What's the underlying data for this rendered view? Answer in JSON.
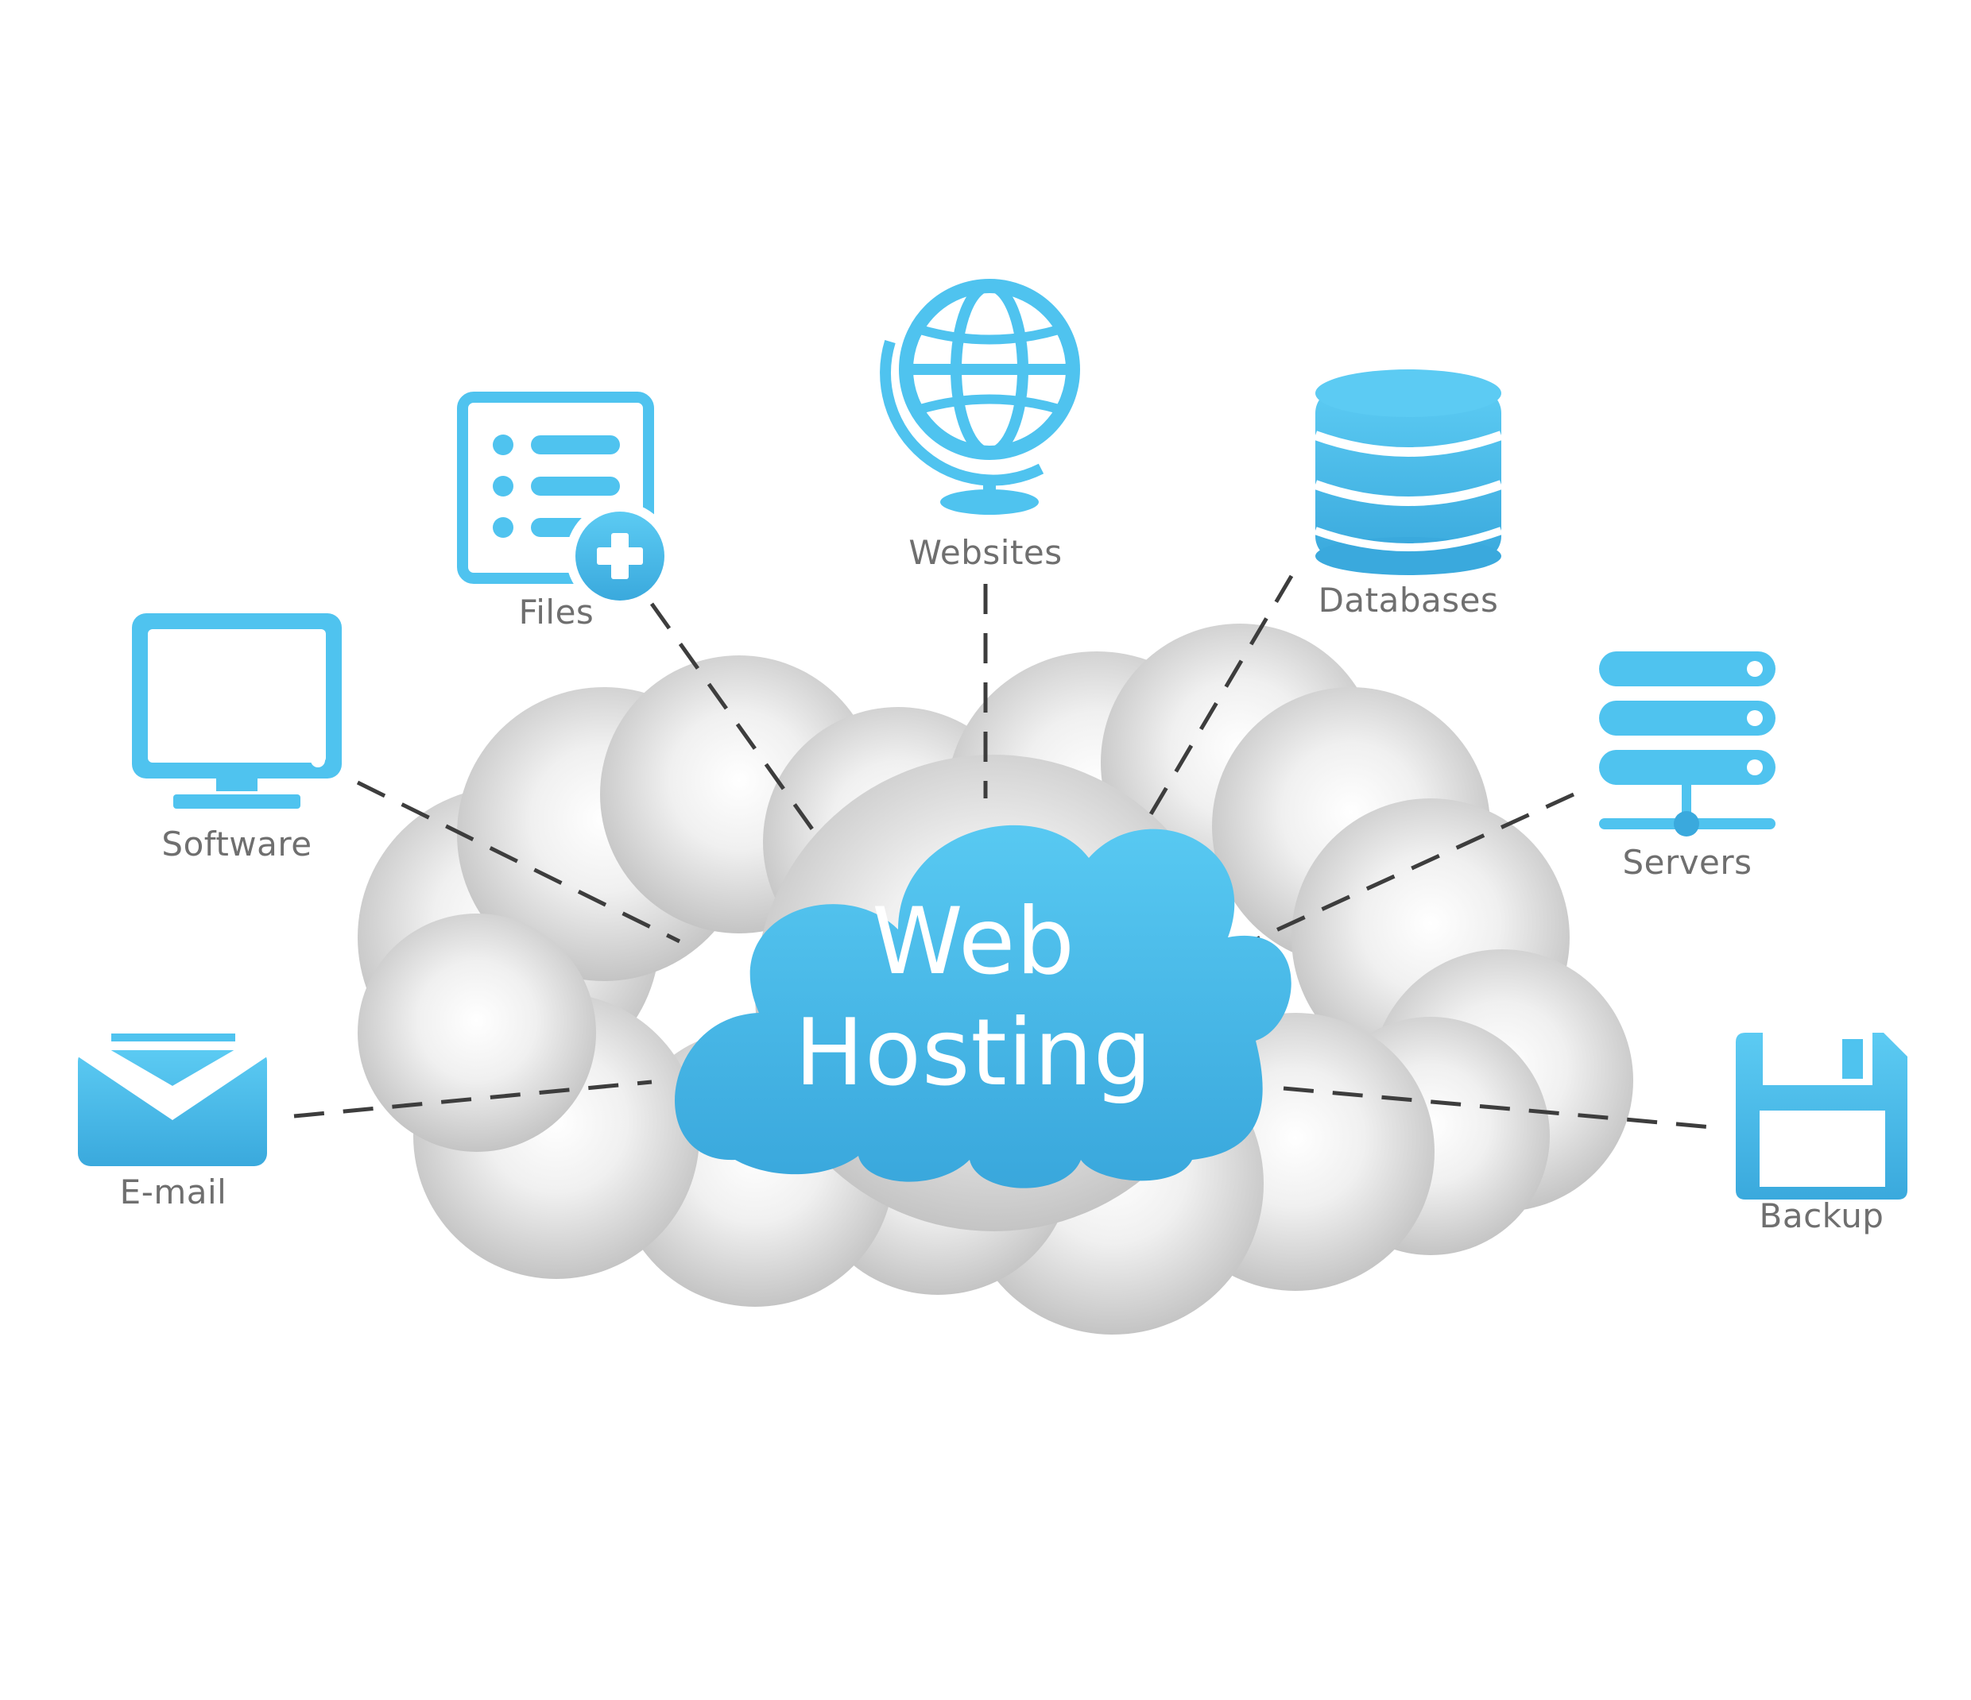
{
  "center": {
    "title_line1": "Web",
    "title_line2": "Hosting"
  },
  "nodes": [
    {
      "id": "websites",
      "label": "Websites",
      "icon": "globe-icon"
    },
    {
      "id": "files",
      "label": "Files",
      "icon": "files-add-icon"
    },
    {
      "id": "databases",
      "label": "Databases",
      "icon": "database-icon"
    },
    {
      "id": "software",
      "label": "Software",
      "icon": "monitor-icon"
    },
    {
      "id": "servers",
      "label": "Servers",
      "icon": "server-rack-icon"
    },
    {
      "id": "email",
      "label": "E-mail",
      "icon": "envelope-icon"
    },
    {
      "id": "backup",
      "label": "Backup",
      "icon": "floppy-disk-icon"
    }
  ],
  "colors": {
    "accent": "#4fc3ef",
    "accent_dark": "#2f9fd4",
    "cloud_gray": "#d2d2d2",
    "label_gray": "#6f6f6f",
    "connector": "#3d3d3d"
  }
}
